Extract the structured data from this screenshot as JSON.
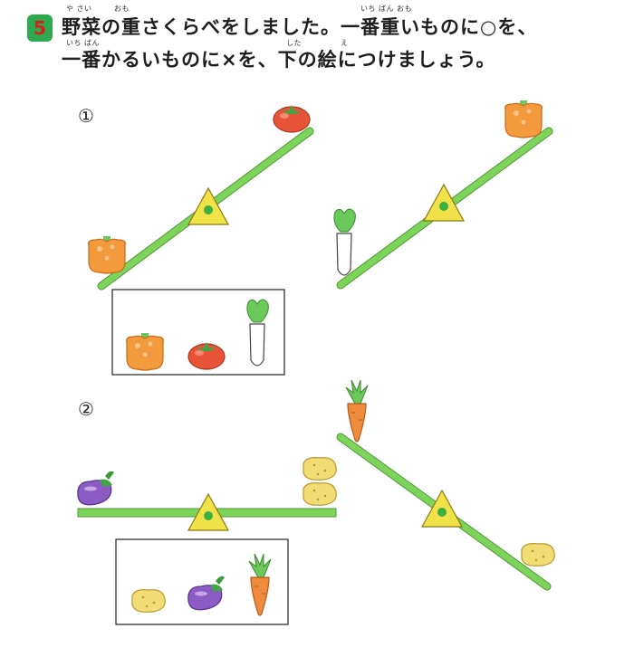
{
  "question": {
    "number": "5",
    "line1": "野菜の重さくらべをしました。一番重いものに○を、",
    "line2": "一番かるいものに×を、下の絵につけましょう。",
    "furigana": {
      "yasai": "や さい",
      "omo": "おも",
      "ichibanomo": "いち ばん おも",
      "ichiban": "いち ばん",
      "shita": "した",
      "e": "え"
    }
  },
  "problems": [
    {
      "label": "①",
      "seesaws": [
        {
          "left_item": "pepper",
          "right_item": "tomato",
          "heavier": "left"
        },
        {
          "left_item": "daikon",
          "right_item": "pepper",
          "heavier": "left"
        }
      ],
      "answer_box": [
        "pepper",
        "tomato",
        "daikon"
      ]
    },
    {
      "label": "②",
      "seesaws": [
        {
          "left_item": "eggplant",
          "right_item": "two-potatoes",
          "heavier": "balanced"
        },
        {
          "left_item": "carrot",
          "right_item": "potato",
          "heavier": "right"
        }
      ],
      "answer_box": [
        "potato",
        "eggplant",
        "carrot"
      ]
    }
  ],
  "colors": {
    "badge": "#2fa84f",
    "badge_text": "#d62020",
    "beam": "#7ed35a",
    "fulcrum": "#f2e24a",
    "fulcrum_dot": "#3cb043",
    "pepper": "#f39a3c",
    "tomato": "#e8543a",
    "eggplant": "#8a5cc4",
    "potato": "#f2dc74",
    "carrot": "#ef8b3c",
    "leaf": "#6bc85a"
  }
}
